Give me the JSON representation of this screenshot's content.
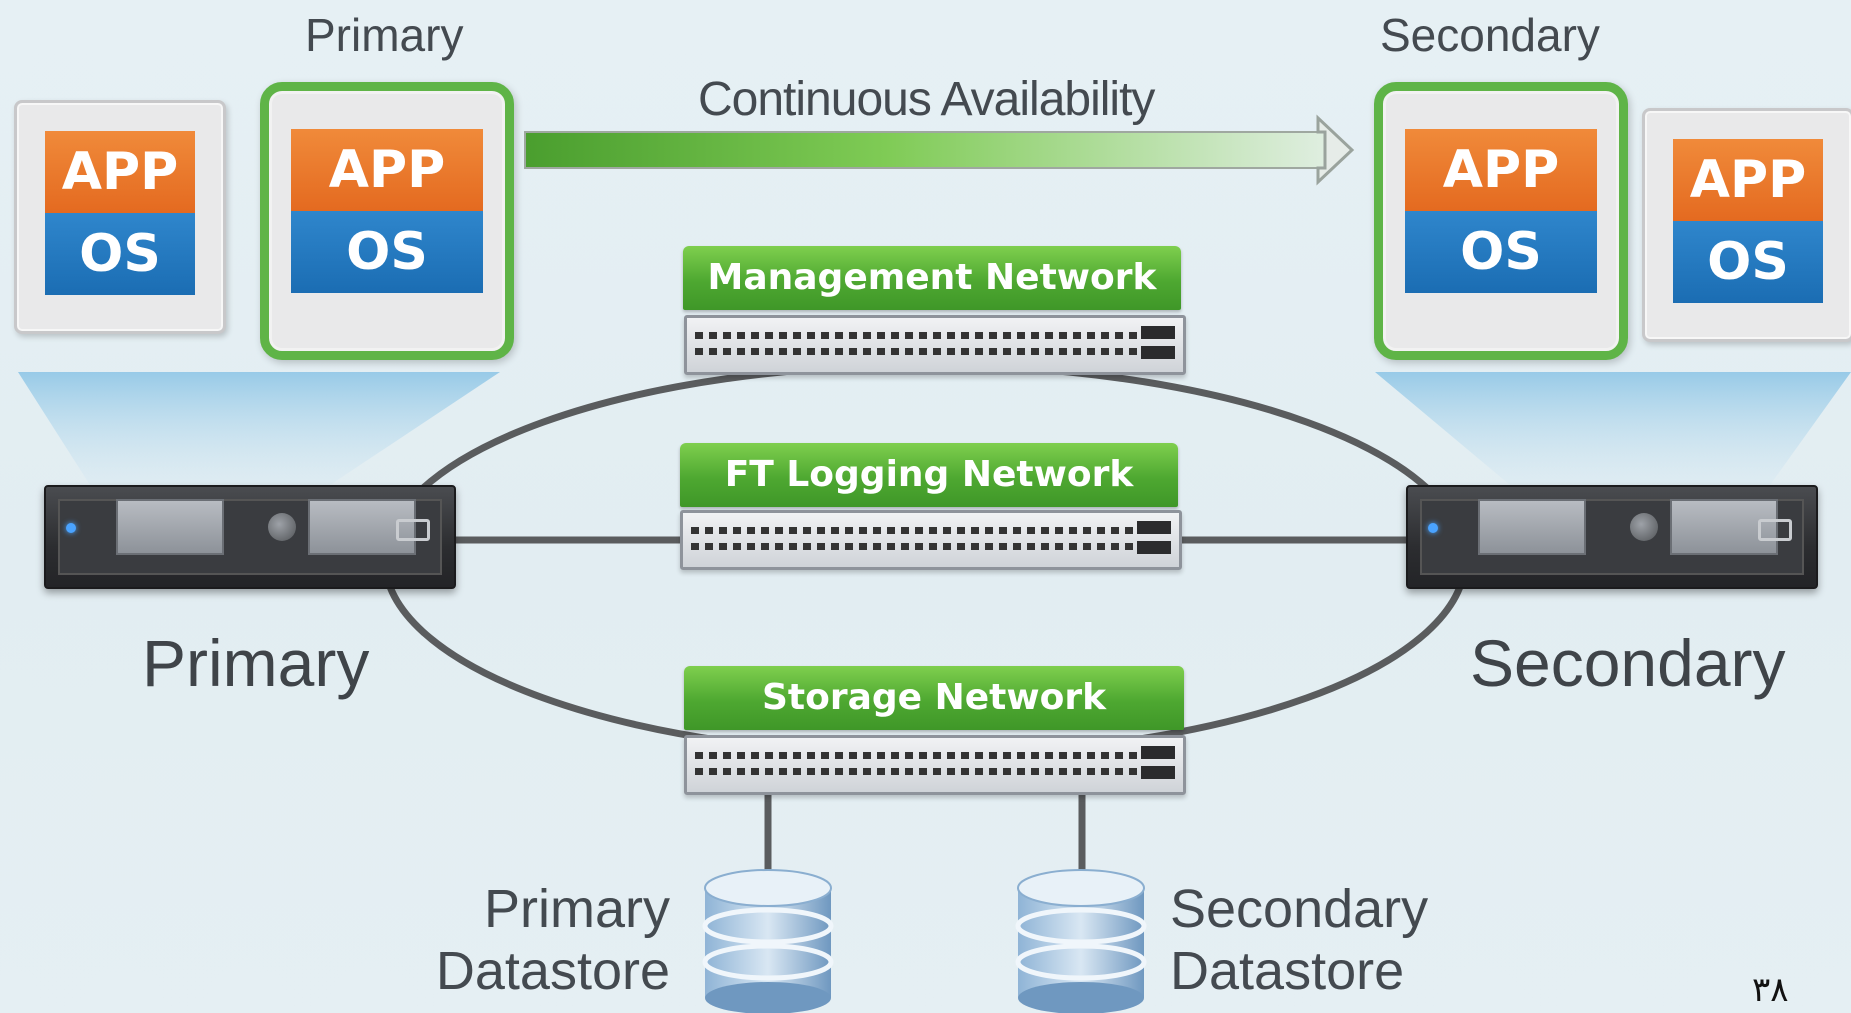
{
  "labels": {
    "primary_top": "Primary",
    "secondary_top": "Secondary",
    "continuous_availability": "Continuous Availability",
    "primary_host": "Primary",
    "secondary_host": "Secondary",
    "primary_datastore_line1": "Primary",
    "primary_datastore_line2": "Datastore",
    "secondary_datastore_line1": "Secondary",
    "secondary_datastore_line2": "Datastore"
  },
  "vms": [
    {
      "app": "APP",
      "os": "OS",
      "state": "standby"
    },
    {
      "app": "APP",
      "os": "OS",
      "state": "ft-protected"
    },
    {
      "app": "APP",
      "os": "OS",
      "state": "ft-protected"
    },
    {
      "app": "APP",
      "os": "OS",
      "state": "standby"
    }
  ],
  "networks": {
    "management": "Management Network",
    "ft_logging": "FT Logging  Network",
    "storage": "Storage Network"
  },
  "page_number": "٣٨",
  "colors": {
    "app": "#e8772a",
    "os": "#2277bf",
    "network_label": "#56ad37",
    "ft_border": "#5fb447",
    "arrow": "#6cc24a",
    "background": "#e5eff3"
  },
  "icons": {
    "server": "rack-server-icon",
    "switch": "network-switch-icon",
    "datastore": "database-icon",
    "arrow": "arrow-right-icon"
  }
}
